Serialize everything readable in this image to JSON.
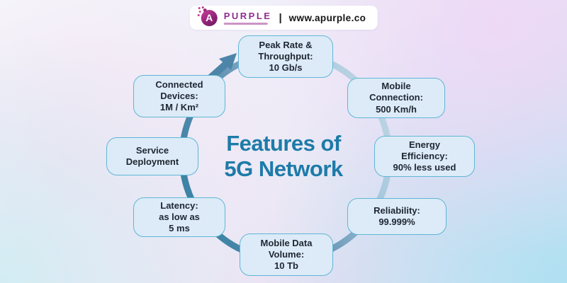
{
  "header": {
    "logo_letter": "A",
    "brand": "PURPLE",
    "separator": "|",
    "website": "www.apurple.co"
  },
  "title": {
    "text": "Features of\n5G Network"
  },
  "features": [
    {
      "name": "peak-rate-throughput",
      "text": "Peak Rate &\nThroughput:\n10 Gb/s"
    },
    {
      "name": "mobile-connection",
      "text": "Mobile\nConnection:\n500 Km/h"
    },
    {
      "name": "energy-efficiency",
      "text": "Energy\nEfficiency:\n90% less used"
    },
    {
      "name": "reliability",
      "text": "Reliability:\n99.999%"
    },
    {
      "name": "mobile-data-volume",
      "text": "Mobile Data\nVolume:\n10 Tb"
    },
    {
      "name": "latency",
      "text": "Latency:\nas low as\n5 ms"
    },
    {
      "name": "service-deployment",
      "text": "Service\nDeployment"
    },
    {
      "name": "connected-devices",
      "text": "Connected\nDevices:\n1M / Km²"
    }
  ],
  "colors": {
    "title_teal": "#1d7ba8",
    "box_fill": "#dcebf7",
    "box_border": "#5fb6d6",
    "box_text": "#1f2633",
    "ring_light": "#d3e2ec",
    "ring_dark": "#2c7da0",
    "arrow_blue": "#4d85a9",
    "brand_purple": "#8e2d8e"
  }
}
